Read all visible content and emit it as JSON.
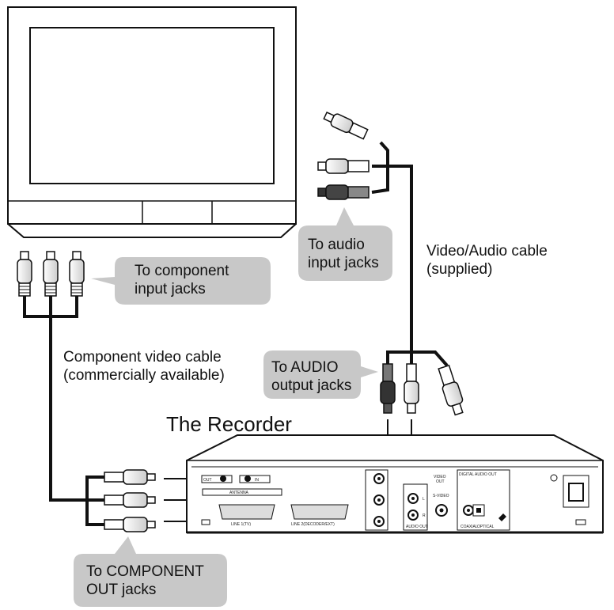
{
  "recorder_title": "The Recorder",
  "callouts": {
    "component_input": {
      "line1": "To component",
      "line2": "input jacks"
    },
    "audio_input": {
      "line1": "To audio",
      "line2": "input jacks"
    },
    "audio_output": {
      "line1": "To AUDIO",
      "line2": "output jacks"
    },
    "component_out": {
      "line1": "To COMPONENT",
      "line2": "OUT jacks"
    }
  },
  "cables": {
    "component": {
      "line1": "Component video cable",
      "line2": "(commercially available)"
    },
    "video_audio": {
      "line1": "Video/Audio cable",
      "line2": "(supplied)"
    }
  },
  "panel_labels": {
    "antenna": "ANTENNA",
    "out": "OUT",
    "in": "IN",
    "line1": "LINE 1(TV)",
    "line2": "LINE 2(DECODER/EXT)",
    "video_out": "VIDEO OUT",
    "s_video": "S-VIDEO",
    "audio_out": "AUDIO OUT",
    "digital_audio_out": "DIGITAL AUDIO OUT",
    "coaxial": "COAXIAL",
    "optical": "OPTICAL",
    "l": "L",
    "r": "R"
  },
  "colors": {
    "callout_fill": "#c8c8c8",
    "line": "#111111"
  }
}
